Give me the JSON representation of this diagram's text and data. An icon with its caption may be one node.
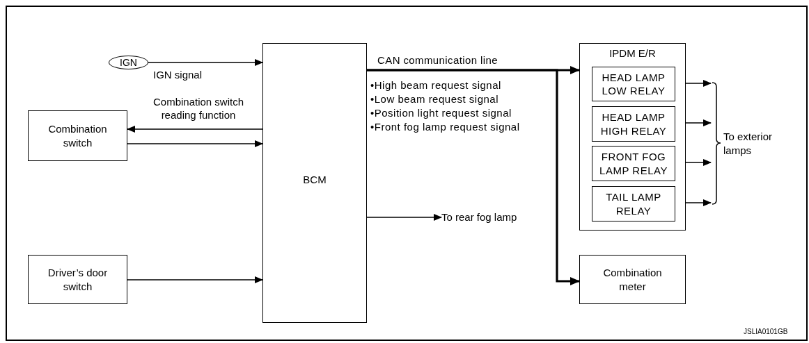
{
  "diagram": {
    "nodes": [
      {
        "text": [
          "IGN"
        ]
      },
      {
        "text": [
          "BCM"
        ]
      },
      {
        "text": [
          "Combination switch"
        ]
      },
      {
        "text": [
          "Driver’s door switch"
        ]
      },
      {
        "text": [
          "IPDM E/R"
        ]
      },
      {
        "text": [
          "HEAD LAMP LOW RELAY"
        ],
        "in": 4
      },
      {
        "text": [
          "HEAD LAMP HIGH RELAY"
        ],
        "in": 4
      },
      {
        "text": [
          "FRONT FOG LAMP RELAY"
        ],
        "in": 4
      },
      {
        "text": [
          "TAIL LAMP RELAY"
        ],
        "in": 4
      },
      {
        "text": [
          "Combination meter"
        ]
      },
      {
        "text": [
          "To rear fog lamp"
        ]
      },
      {
        "text": [
          "To exterior lamps"
        ]
      }
    ],
    "edges": [
      {
        "from": 0,
        "to": 1,
        "arrow": "to",
        "label": "IGN signal"
      },
      {
        "from": 1,
        "to": 2,
        "arrow": "to",
        "label": "Combination switch reading function"
      },
      {
        "from": 2,
        "to": 1,
        "arrow": "to"
      },
      {
        "from": 3,
        "to": 1,
        "arrow": "to"
      },
      {
        "from": 1,
        "to": 4,
        "arrow": "to",
        "label": "CAN communication line",
        "style": "thick"
      },
      {
        "from": 1,
        "to": 9,
        "arrow": "to",
        "style": "thick"
      },
      {
        "from": 1,
        "to": 10,
        "arrow": "to"
      },
      {
        "from": 5,
        "to": 11,
        "arrow": "to"
      },
      {
        "from": 6,
        "to": 11,
        "arrow": "to"
      },
      {
        "from": 7,
        "to": 11,
        "arrow": "to"
      },
      {
        "from": 8,
        "to": 11,
        "arrow": "to"
      }
    ],
    "labels": [
      "•High beam request signal",
      "•Low beam request signal",
      "•Position light request signal",
      "•Front fog lamp request signal",
      "JSLIA0101GB"
    ]
  }
}
